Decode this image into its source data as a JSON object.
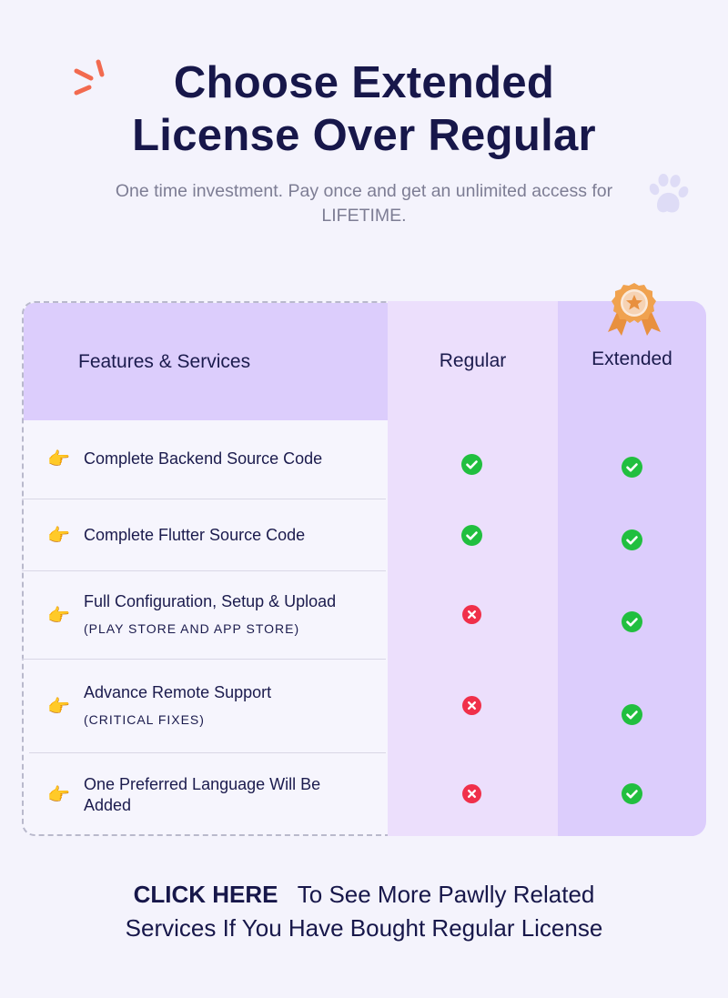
{
  "header": {
    "title_line1": "Choose Extended",
    "title_line2": "License Over Regular",
    "subtitle": "One time investment. Pay once and get an unlimited access for LIFETIME."
  },
  "table": {
    "features_header": "Features & Services",
    "regular_header": "Regular",
    "extended_header": "Extended",
    "rows": [
      {
        "label": "Complete Backend Source Code",
        "note": "",
        "regular": "check-icon",
        "extended": "check-icon"
      },
      {
        "label": "Complete Flutter Source Code",
        "note": "",
        "regular": "check-icon",
        "extended": "check-icon"
      },
      {
        "label": "Full Configuration, Setup & Upload",
        "note": "(PLAY STORE AND APP STORE)",
        "regular": "cross-icon",
        "extended": "check-icon"
      },
      {
        "label": "Advance Remote Support",
        "note": "(CRITICAL FIXES)",
        "regular": "cross-icon",
        "extended": "check-icon"
      },
      {
        "label": "One Preferred Language Will Be Added",
        "note": "",
        "regular": "cross-icon",
        "extended": "check-icon"
      }
    ]
  },
  "cta": {
    "link": "CLICK HERE",
    "line1_rest": "To See More Pawlly Related",
    "line2": "Services If You Have Bought Regular License"
  },
  "icons": {
    "feature_bullet": "👉",
    "burst": "burst-decoration-icon",
    "paw": "paw-icon",
    "badge": "award-badge-icon"
  },
  "colors": {
    "background": "#f4f3fc",
    "header_purple": "#dccdfc",
    "regular_col": "#ecdffc",
    "check": "#21bf3f",
    "cross": "#f0304a",
    "title": "#17174a"
  }
}
